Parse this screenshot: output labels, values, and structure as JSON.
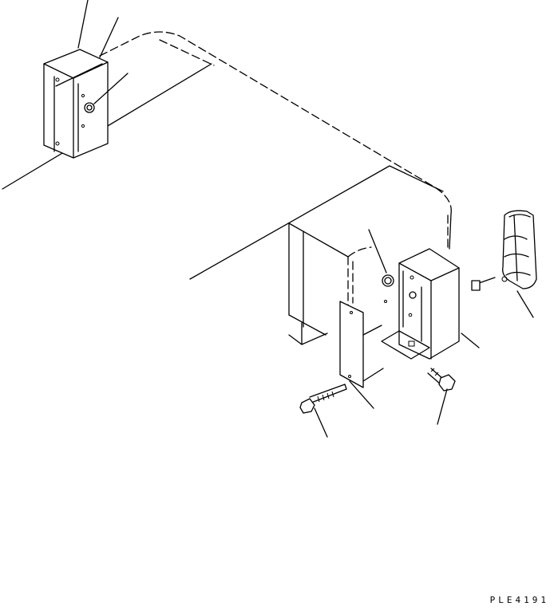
{
  "drawing": {
    "code": "PLE4191",
    "colors": {
      "line": "#000000",
      "background": "#ffffff"
    }
  },
  "parts": [
    {
      "id": "left-lamp-assembly",
      "label": ""
    },
    {
      "id": "guard-frame",
      "label": ""
    },
    {
      "id": "rear-housing",
      "label": ""
    },
    {
      "id": "rear-lamp-bracket",
      "label": ""
    },
    {
      "id": "rear-combination-lamp",
      "label": ""
    },
    {
      "id": "cover-plate",
      "label": ""
    },
    {
      "id": "bolt-left",
      "label": ""
    },
    {
      "id": "bolt-right",
      "label": ""
    }
  ]
}
